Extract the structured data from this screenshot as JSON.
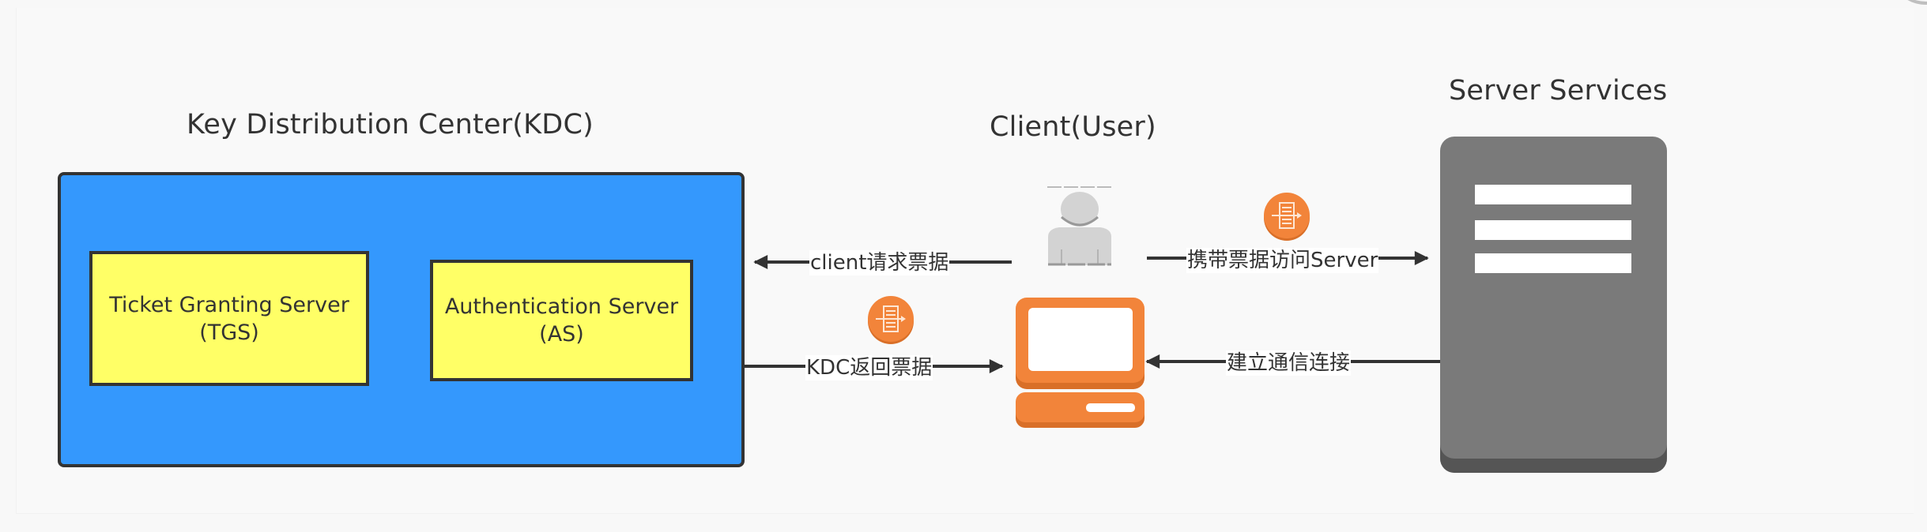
{
  "diagram": {
    "titles": {
      "kdc": "Key Distribution Center(KDC)",
      "client": "Client(User)",
      "server": "Server Services"
    },
    "kdc": {
      "tgs": {
        "line1": "Ticket Granting Server",
        "line2": "(TGS)"
      },
      "as": {
        "line1": "Authentication Server",
        "line2": "(AS)"
      }
    },
    "edges": [
      {
        "id": "client-request",
        "label": "client请求票据",
        "from": "Client(User)",
        "to": "KDC"
      },
      {
        "id": "kdc-return",
        "label": "KDC返回票据",
        "from": "KDC",
        "to": "Client(User)"
      },
      {
        "id": "access-server",
        "label": "携带票据访问Server",
        "from": "Client(User)",
        "to": "Server Services"
      },
      {
        "id": "connect",
        "label": "建立通信连接",
        "from": "Server Services",
        "to": "Client(User)"
      }
    ],
    "icons": {
      "user": "user-icon",
      "computer": "computer-icon",
      "server": "server-icon",
      "ticket": "ticket-icon"
    },
    "colors": {
      "kdc_fill": "#3498fd",
      "inner_fill": "#ffff66",
      "accent_orange": "#f2843a",
      "server_gray": "#7a7a7a",
      "user_gray": "#d3d3d3",
      "line": "#333333"
    }
  }
}
